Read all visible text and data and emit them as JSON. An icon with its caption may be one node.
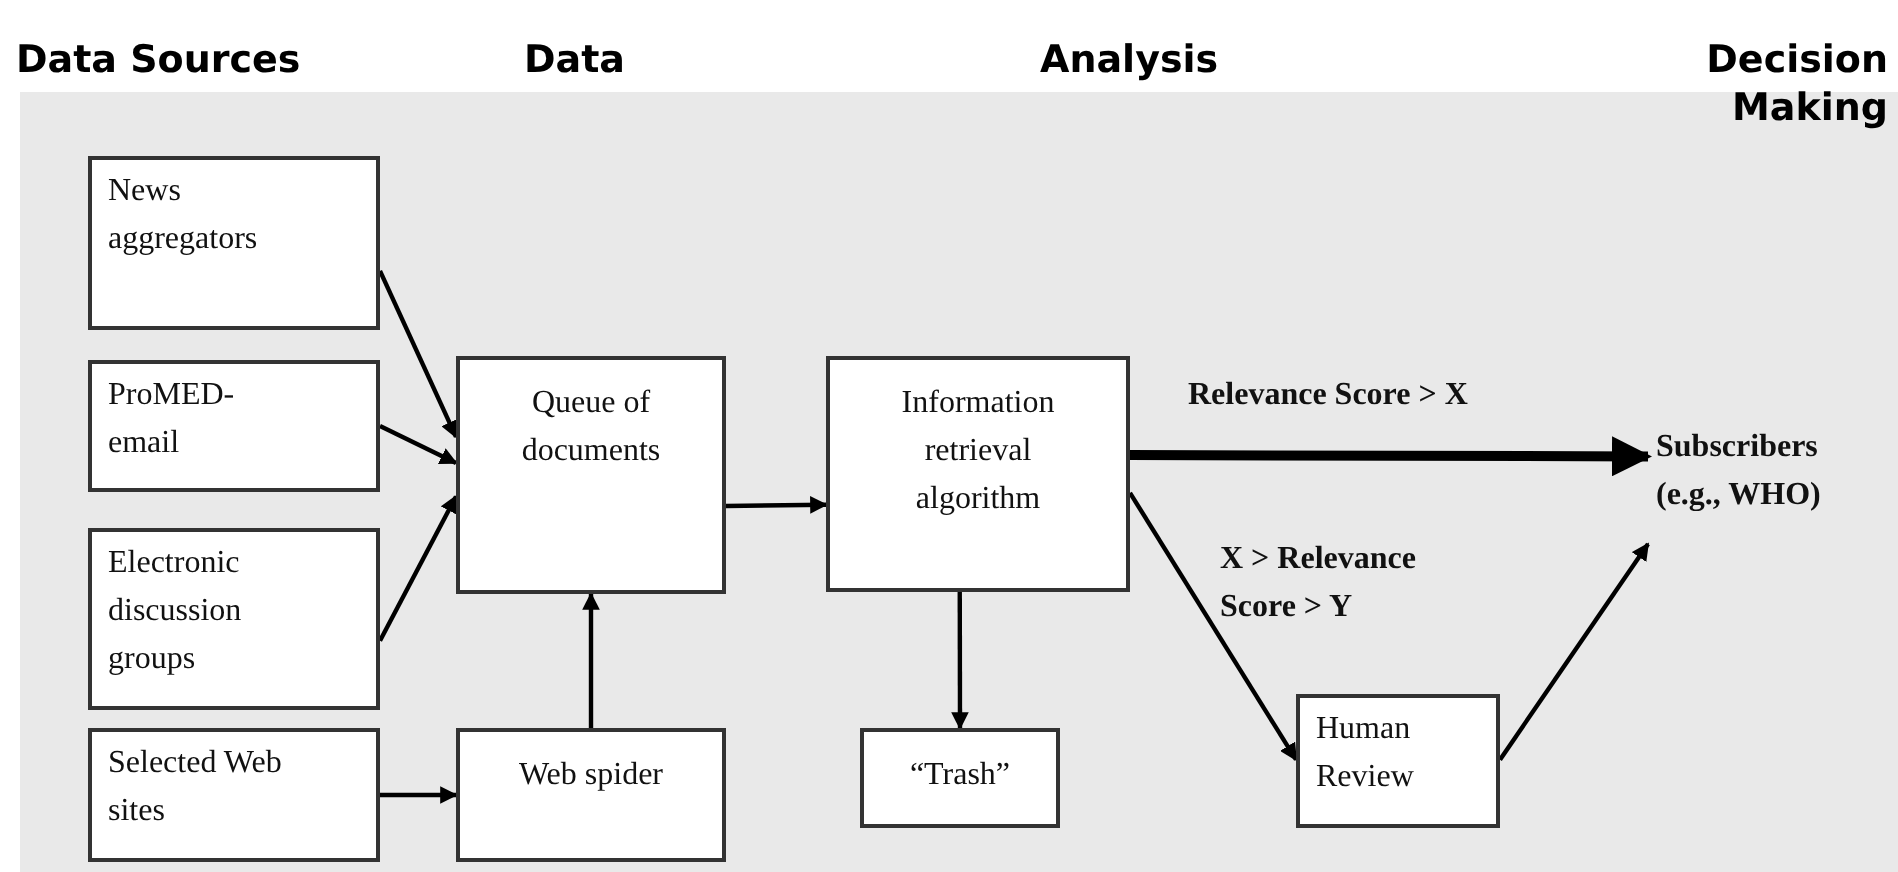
{
  "diagram": {
    "nodes": [
      {
        "text": [
          "News aggregators"
        ]
      },
      {
        "text": [
          "ProMED-email"
        ]
      },
      {
        "text": [
          "Electronic discussion groups"
        ]
      },
      {
        "text": [
          "Selected Web sites"
        ]
      },
      {
        "text": [
          "Queue of documents"
        ]
      },
      {
        "text": [
          "Web spider"
        ]
      },
      {
        "text": [
          "Information retrieval algorithm"
        ]
      },
      {
        "text": [
          "“Trash”"
        ]
      },
      {
        "text": [
          "Human Review"
        ]
      },
      {
        "text": [
          "Subscribers (e.g., WHO)"
        ]
      }
    ],
    "edges": [
      {
        "from": 0,
        "to": 4,
        "arrow": "to"
      },
      {
        "from": 1,
        "to": 4,
        "arrow": "to"
      },
      {
        "from": 2,
        "to": 4,
        "arrow": "to"
      },
      {
        "from": 3,
        "to": 5,
        "arrow": "to"
      },
      {
        "from": 5,
        "to": 4,
        "arrow": "to"
      },
      {
        "from": 4,
        "to": 6,
        "arrow": "to"
      },
      {
        "from": 6,
        "to": 9,
        "arrow": "to",
        "label": "Relevance Score > X",
        "style": "thick"
      },
      {
        "from": 6,
        "to": 7,
        "arrow": "to"
      },
      {
        "from": 6,
        "to": 8,
        "arrow": "to",
        "label": "X > Relevance Score > Y"
      },
      {
        "from": 8,
        "to": 9,
        "arrow": "to"
      }
    ],
    "labels": [
      "Data Sources",
      "Data",
      "Analysis",
      "Decision Making"
    ]
  }
}
